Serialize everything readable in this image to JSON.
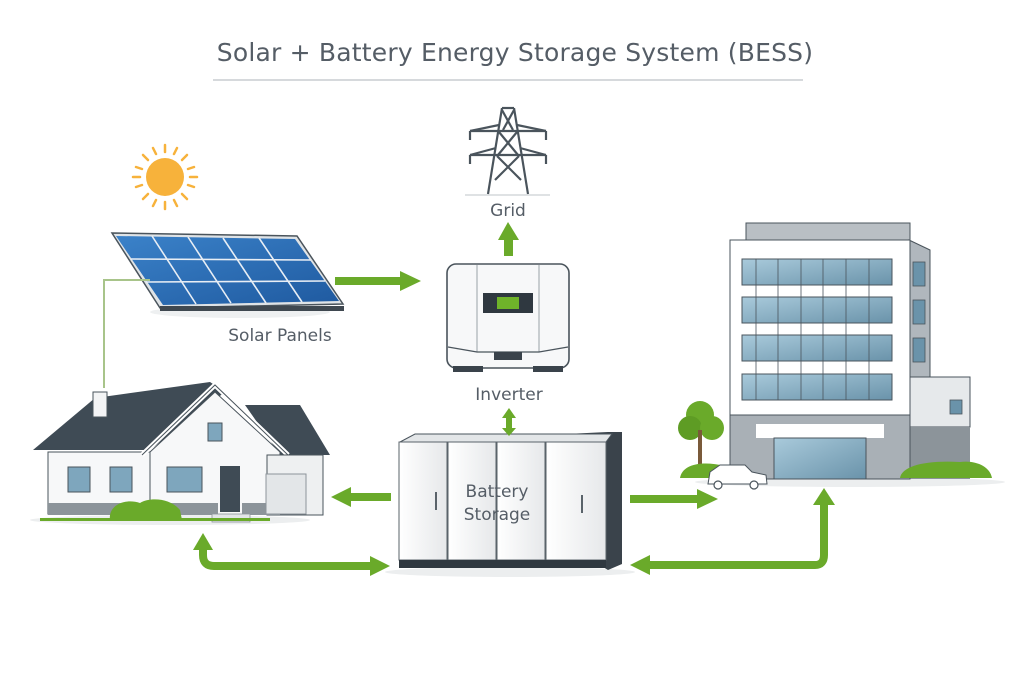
{
  "title": "Solar + Battery Energy Storage System (BESS)",
  "nodes": {
    "grid": {
      "label": "Grid",
      "icon": "transmission-tower-icon"
    },
    "solar": {
      "label": "Solar Panels",
      "icon": "solar-panel-icon"
    },
    "sun": {
      "icon": "sun-icon"
    },
    "inverter": {
      "label": "Inverter",
      "icon": "inverter-icon"
    },
    "battery": {
      "label_line1": "Battery",
      "label_line2": "Storage",
      "icon": "battery-cabinet-icon"
    },
    "house": {
      "icon": "house-icon"
    },
    "building": {
      "icon": "office-building-icon"
    }
  },
  "flows": [
    {
      "from": "Solar Panels",
      "to": "Inverter"
    },
    {
      "from": "Inverter",
      "to": "Grid"
    },
    {
      "from": "Battery Storage",
      "to": "Inverter",
      "direction": "bidirectional"
    },
    {
      "from": "Battery Storage",
      "to": "House"
    },
    {
      "from": "Battery Storage",
      "to": "House",
      "direction": "bidirectional-loop"
    },
    {
      "from": "Battery Storage",
      "to": "Office Building"
    },
    {
      "from": "Battery Storage",
      "to": "Office Building",
      "direction": "bidirectional-loop"
    },
    {
      "from": "Solar Panels",
      "to": "House",
      "style": "wire"
    }
  ],
  "colors": {
    "arrow": "#6aaa2a",
    "text": "#555d66",
    "sun": "#f7b23b",
    "panel": "#2d6fb8",
    "roof": "#3f4b55",
    "window": "#8fb4c8",
    "cabinet_dark": "#3a434b"
  }
}
